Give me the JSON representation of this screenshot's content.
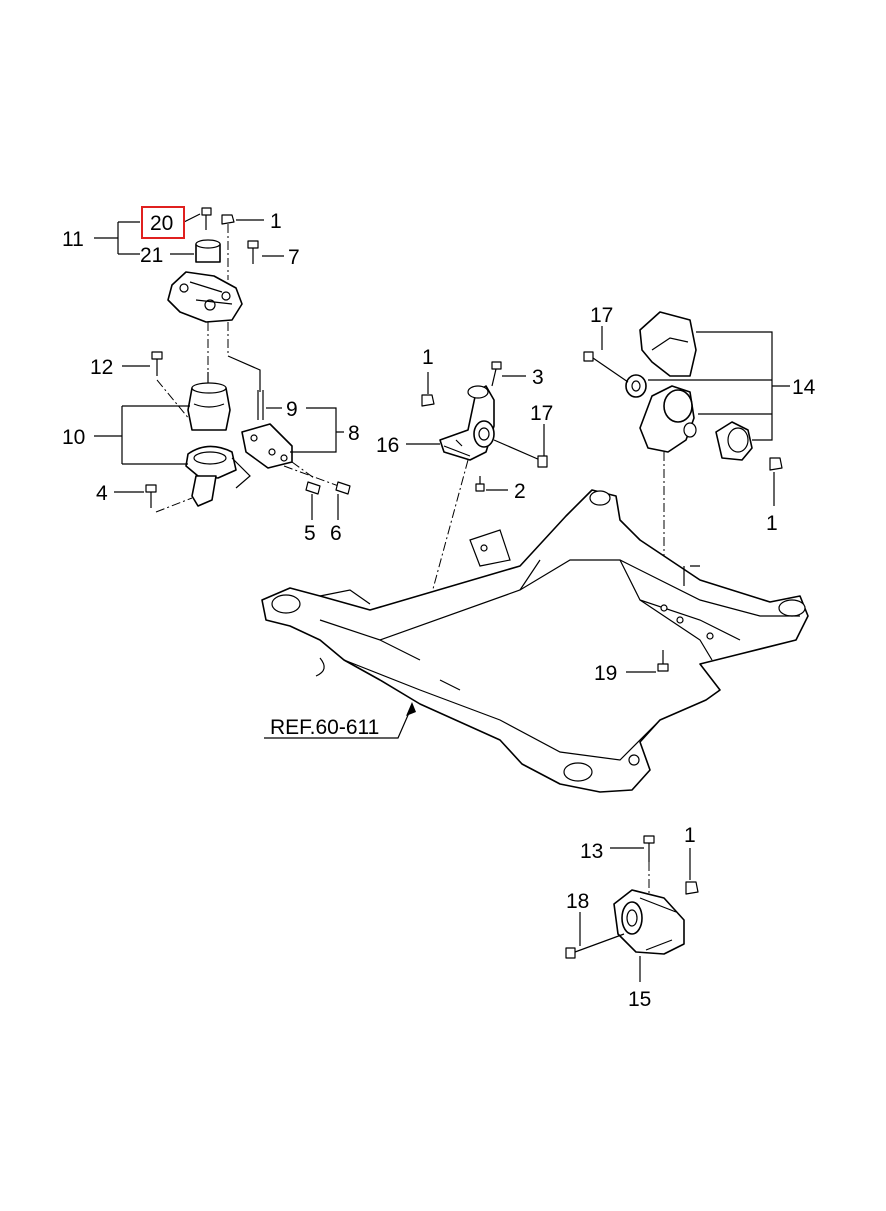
{
  "diagram": {
    "reference": "REF.60-611",
    "highlighted_callout": "20",
    "highlight_color": "#e0201f",
    "callouts": [
      {
        "id": "c-11",
        "text": "11"
      },
      {
        "id": "c-20",
        "text": "20"
      },
      {
        "id": "c-1a",
        "text": "1"
      },
      {
        "id": "c-21",
        "text": "21"
      },
      {
        "id": "c-7",
        "text": "7"
      },
      {
        "id": "c-12",
        "text": "12"
      },
      {
        "id": "c-9",
        "text": "9"
      },
      {
        "id": "c-8",
        "text": "8"
      },
      {
        "id": "c-10",
        "text": "10"
      },
      {
        "id": "c-4",
        "text": "4"
      },
      {
        "id": "c-5",
        "text": "5"
      },
      {
        "id": "c-6",
        "text": "6"
      },
      {
        "id": "c-1b",
        "text": "1"
      },
      {
        "id": "c-3",
        "text": "3"
      },
      {
        "id": "c-16",
        "text": "16"
      },
      {
        "id": "c-17a",
        "text": "17"
      },
      {
        "id": "c-2",
        "text": "2"
      },
      {
        "id": "c-17b",
        "text": "17"
      },
      {
        "id": "c-14",
        "text": "14"
      },
      {
        "id": "c-1c",
        "text": "1"
      },
      {
        "id": "c-19",
        "text": "19"
      },
      {
        "id": "c-13",
        "text": "13"
      },
      {
        "id": "c-1d",
        "text": "1"
      },
      {
        "id": "c-18",
        "text": "18"
      },
      {
        "id": "c-15",
        "text": "15"
      }
    ]
  }
}
